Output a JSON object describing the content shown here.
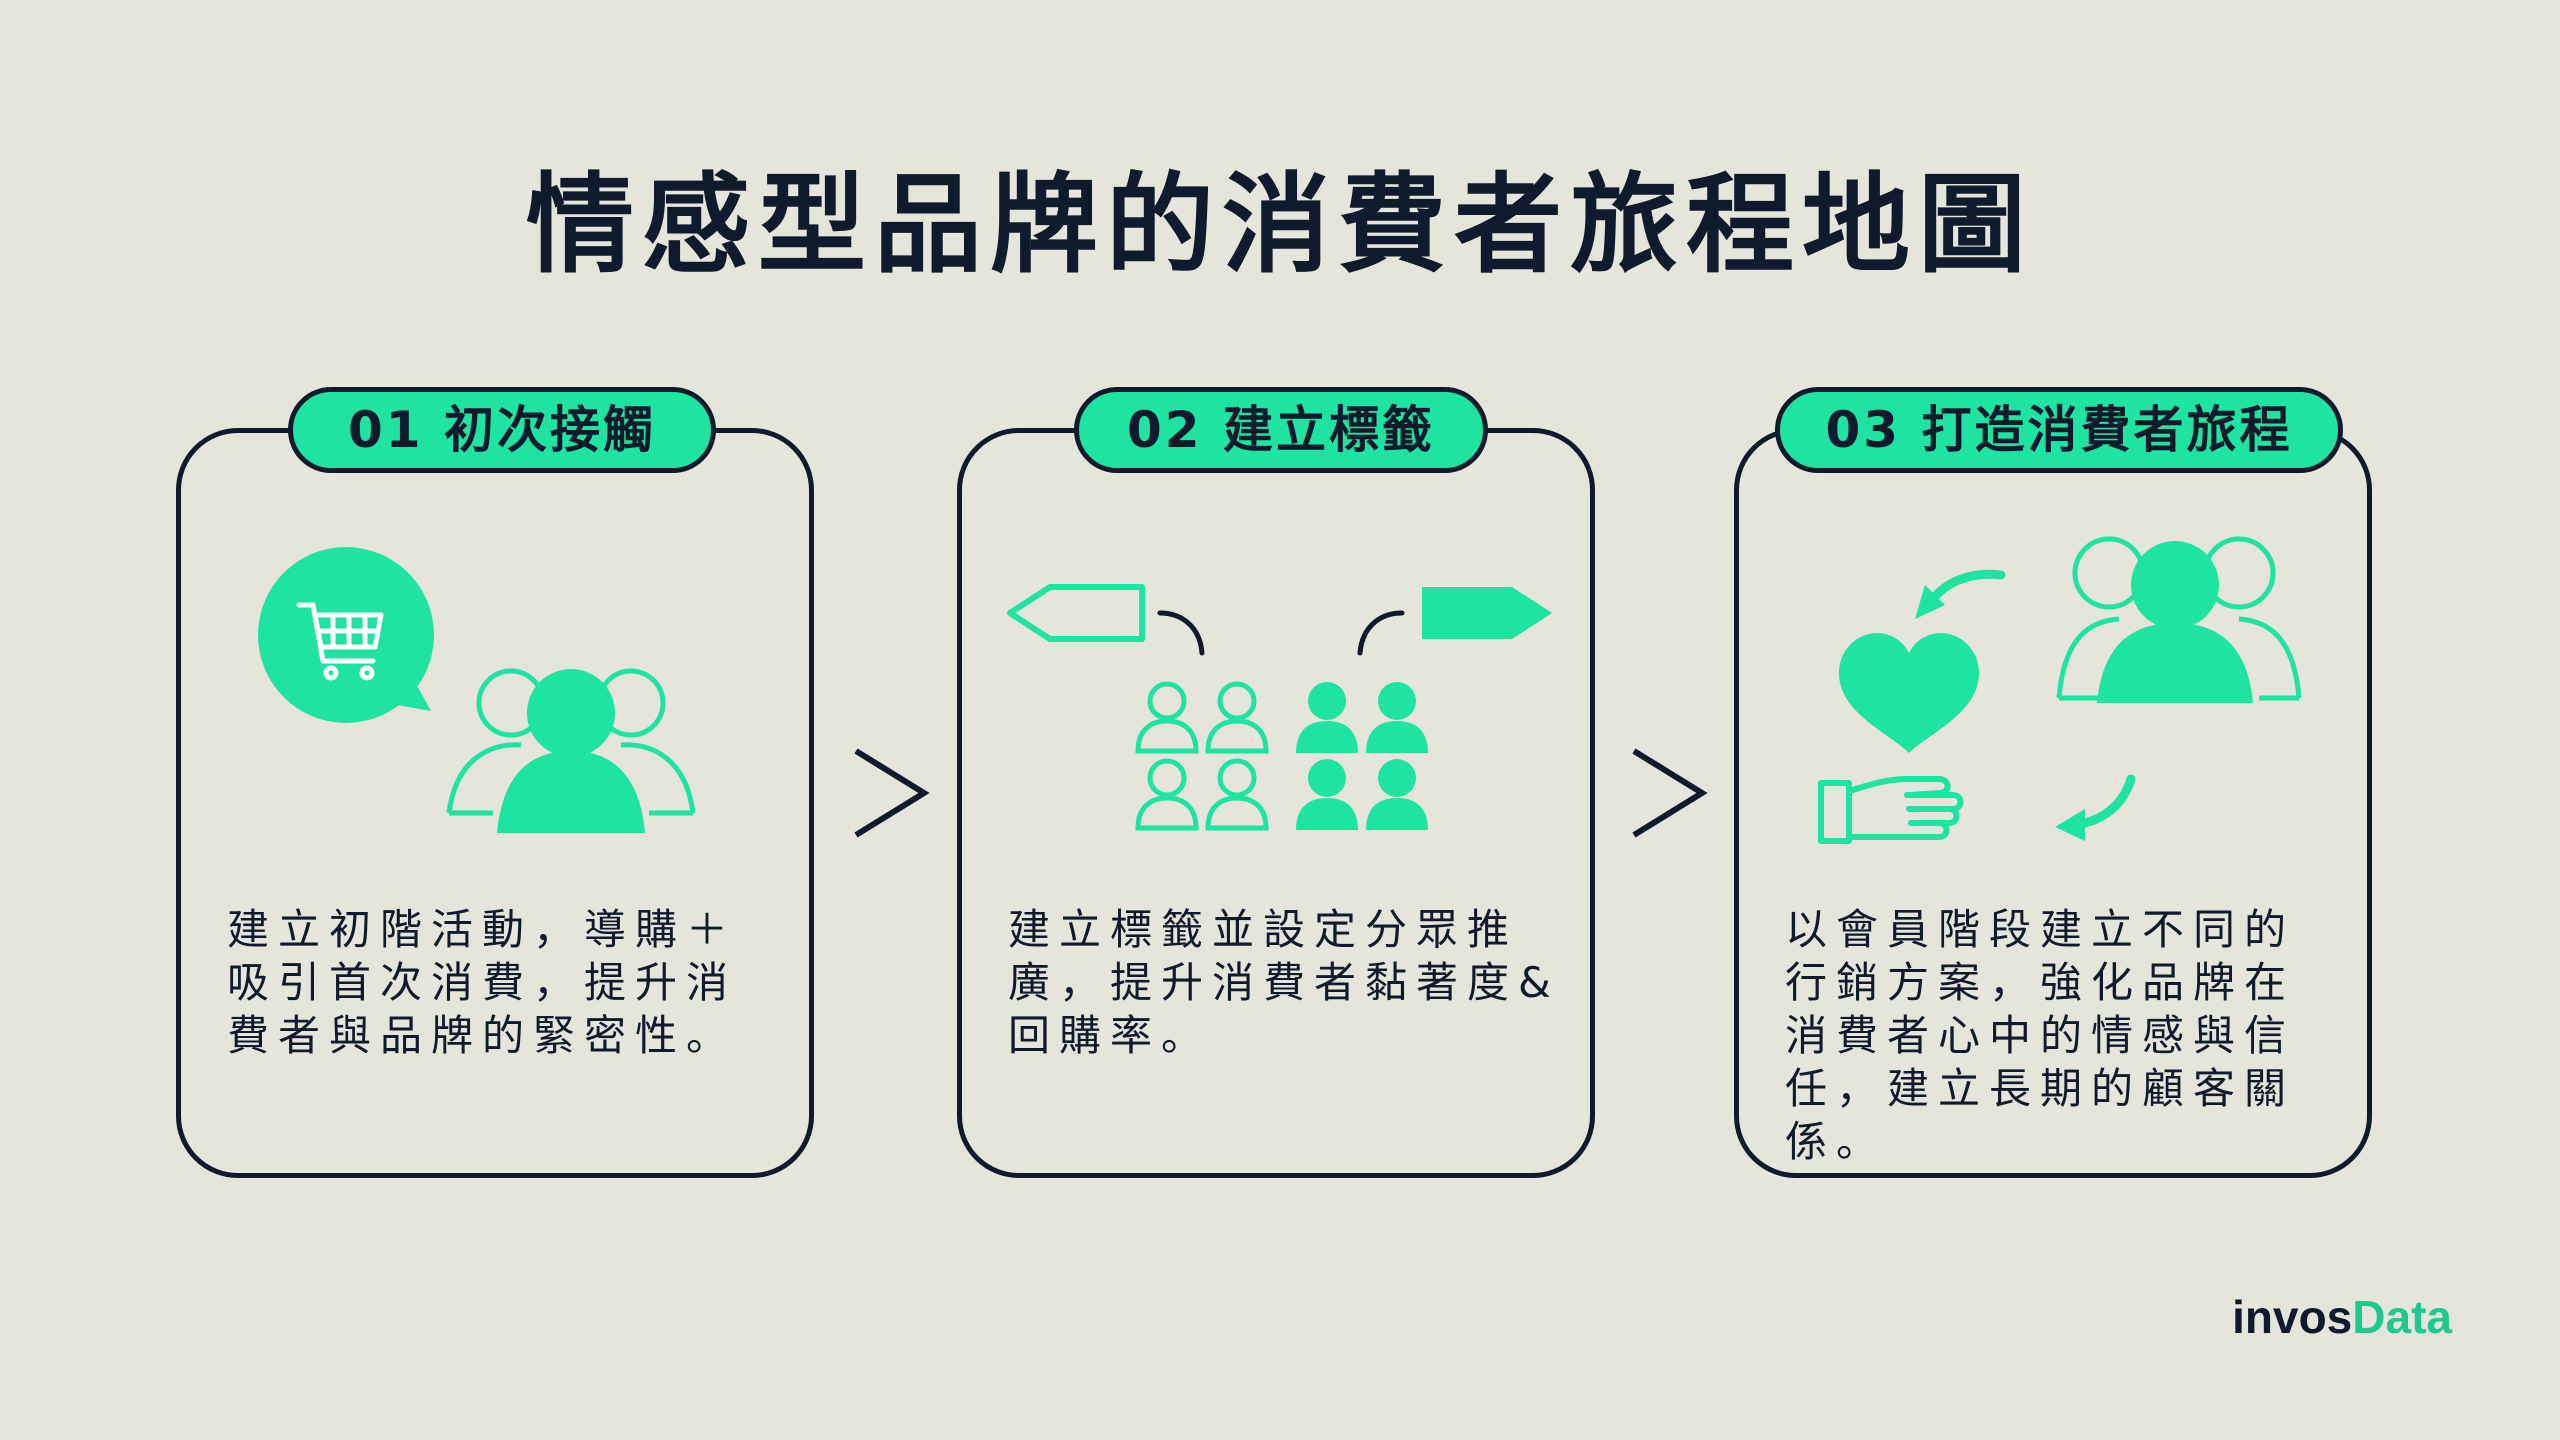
{
  "title": "情感型品牌的消費者旅程地圖",
  "steps": [
    {
      "label": "01 初次接觸",
      "description": "建立初階活動，導購＋吸引首次消費，提升消費者與品牌的緊密性。",
      "icon": "shopping-cart-customers-icon"
    },
    {
      "label": "02 建立標籤",
      "description": "建立標籤並設定分眾推廣，提升消費者黏著度&回購率。",
      "icon": "tags-segmentation-icon"
    },
    {
      "label": "03 打造消費者旅程",
      "description": "以會員階段建立不同的行銷方案，強化品牌在消費者心中的情感與信任，建立長期的顧客關係。",
      "icon": "heart-hand-loyalty-icon"
    }
  ],
  "logo": {
    "main": "invos",
    "accent": "Data"
  },
  "colors": {
    "accent": "#1fe3a0",
    "ink": "#0f1a2c",
    "background": "#e5e5dc"
  }
}
